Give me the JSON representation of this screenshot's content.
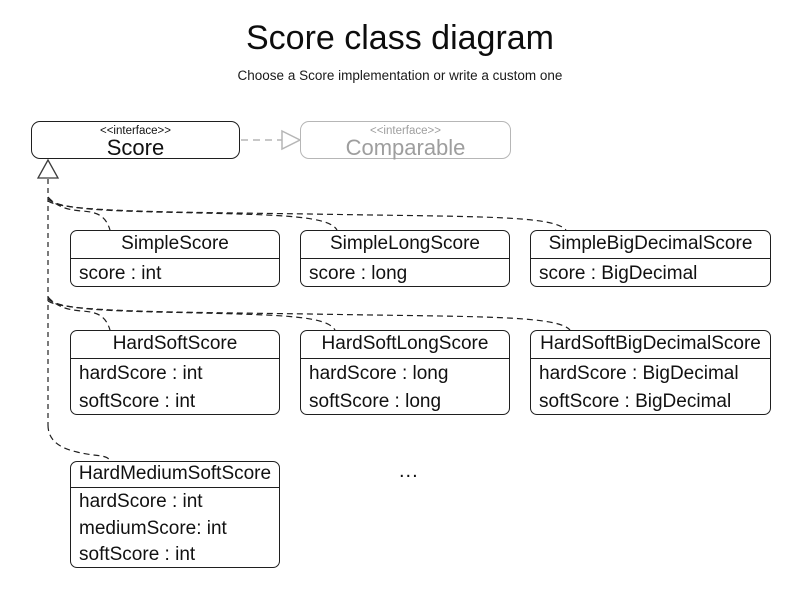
{
  "title": "Score class diagram",
  "subtitle": "Choose a Score implementation or write a custom one",
  "interfaces": {
    "score": {
      "stereotype": "<<interface>>",
      "name": "Score"
    },
    "comparable": {
      "stereotype": "<<interface>>",
      "name": "Comparable"
    }
  },
  "classes": [
    {
      "name": "SimpleScore",
      "attributes": [
        "score : int"
      ]
    },
    {
      "name": "SimpleLongScore",
      "attributes": [
        "score : long"
      ]
    },
    {
      "name": "SimpleBigDecimalScore",
      "attributes": [
        "score : BigDecimal"
      ]
    },
    {
      "name": "HardSoftScore",
      "attributes": [
        "hardScore : int",
        "softScore : int"
      ]
    },
    {
      "name": "HardSoftLongScore",
      "attributes": [
        "hardScore : long",
        "softScore : long"
      ]
    },
    {
      "name": "HardSoftBigDecimalScore",
      "attributes": [
        "hardScore : BigDecimal",
        "softScore : BigDecimal"
      ]
    },
    {
      "name": "HardMediumSoftScore",
      "attributes": [
        "hardScore : int",
        "mediumScore: int",
        "softScore : int"
      ]
    }
  ],
  "ellipsis": "...",
  "relationships": [
    {
      "from": "Score",
      "to": "Comparable",
      "type": "realization"
    },
    {
      "from": "SimpleScore",
      "to": "Score",
      "type": "realization"
    },
    {
      "from": "SimpleLongScore",
      "to": "Score",
      "type": "realization"
    },
    {
      "from": "SimpleBigDecimalScore",
      "to": "Score",
      "type": "realization"
    },
    {
      "from": "HardSoftScore",
      "to": "Score",
      "type": "realization"
    },
    {
      "from": "HardSoftLongScore",
      "to": "Score",
      "type": "realization"
    },
    {
      "from": "HardSoftBigDecimalScore",
      "to": "Score",
      "type": "realization"
    },
    {
      "from": "HardMediumSoftScore",
      "to": "Score",
      "type": "realization"
    }
  ],
  "colors": {
    "line": "#1f1f1f",
    "muted_line": "#b6b6b6",
    "muted_text": "#9e9e9e",
    "text": "#0d0d0d",
    "background": "#ffffff"
  }
}
